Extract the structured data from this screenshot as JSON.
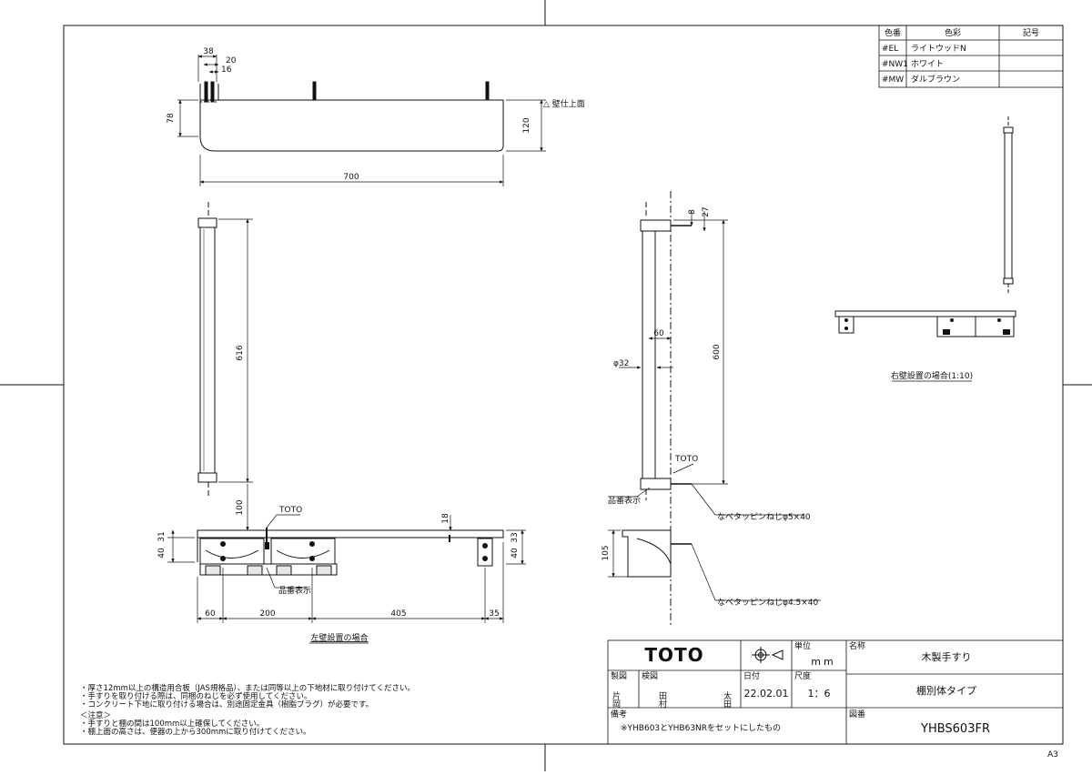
{
  "color_table": {
    "headers": [
      "色番",
      "色彩",
      "記号"
    ],
    "rows": [
      {
        "code": "#EL",
        "name": "ライトウッドN",
        "mark": ""
      },
      {
        "code": "#NW1",
        "name": "ホワイト",
        "mark": ""
      },
      {
        "code": "#MW",
        "name": "ダルブラウン",
        "mark": ""
      }
    ]
  },
  "top_view": {
    "dims": [
      "38",
      "20",
      "16",
      "78",
      "120",
      "700"
    ],
    "wall_label": "△ 壁仕上面"
  },
  "left_elevation": {
    "dims": [
      "616",
      "100",
      "18",
      "40",
      "31",
      "33",
      "40",
      "60",
      "200",
      "405",
      "35"
    ],
    "toto_label": "TOTO",
    "part_label": "品番表示",
    "caption": "左壁設置の場合"
  },
  "side_view": {
    "dims": [
      "8",
      "27",
      "60",
      "φ32",
      "600",
      "105"
    ],
    "toto_label": "TOTO",
    "part_label": "品番表示",
    "screw1": "なべタッピンねじφ5×40",
    "screw2": "なべタッピンねじφ4.5×40"
  },
  "right_view": {
    "caption": "右壁設置の場合(1:10)"
  },
  "notes": [
    "・厚さ12mm以上の構造用合板（JAS規格品）、または同等以上の下地材に取り付けてください。",
    "・手すりを取り付ける際は、同梱のねじを必ず使用してください。",
    "・コンクリート下地に取り付ける場合は、別途固定金具（樹脂プラグ）が必要です。",
    "＜注意＞",
    "・手すりと棚の間は100mm以上確保してください。",
    "・棚上面の高さは、便器の上から300mmに取り付けてください。"
  ],
  "title_block": {
    "brand": "TOTO",
    "unit_label": "単位",
    "unit": "mm",
    "name_label": "名称",
    "name": "木製手すり",
    "subtitle": "棚別体タイプ",
    "drafted_label": "製図",
    "drafted": "片岡",
    "checked_label": "検図",
    "checked_1": "田村",
    "checked_2": "太田",
    "date_label": "日付",
    "date": "22.02.01",
    "scale_label": "尺度",
    "scale": "1：6",
    "remarks_label": "備考",
    "remarks": "※YHB603とYHB63NRをセットにしたもの",
    "dwg_label": "図番",
    "dwg_no": "YHBS603FR"
  },
  "sheet_size": "A3"
}
